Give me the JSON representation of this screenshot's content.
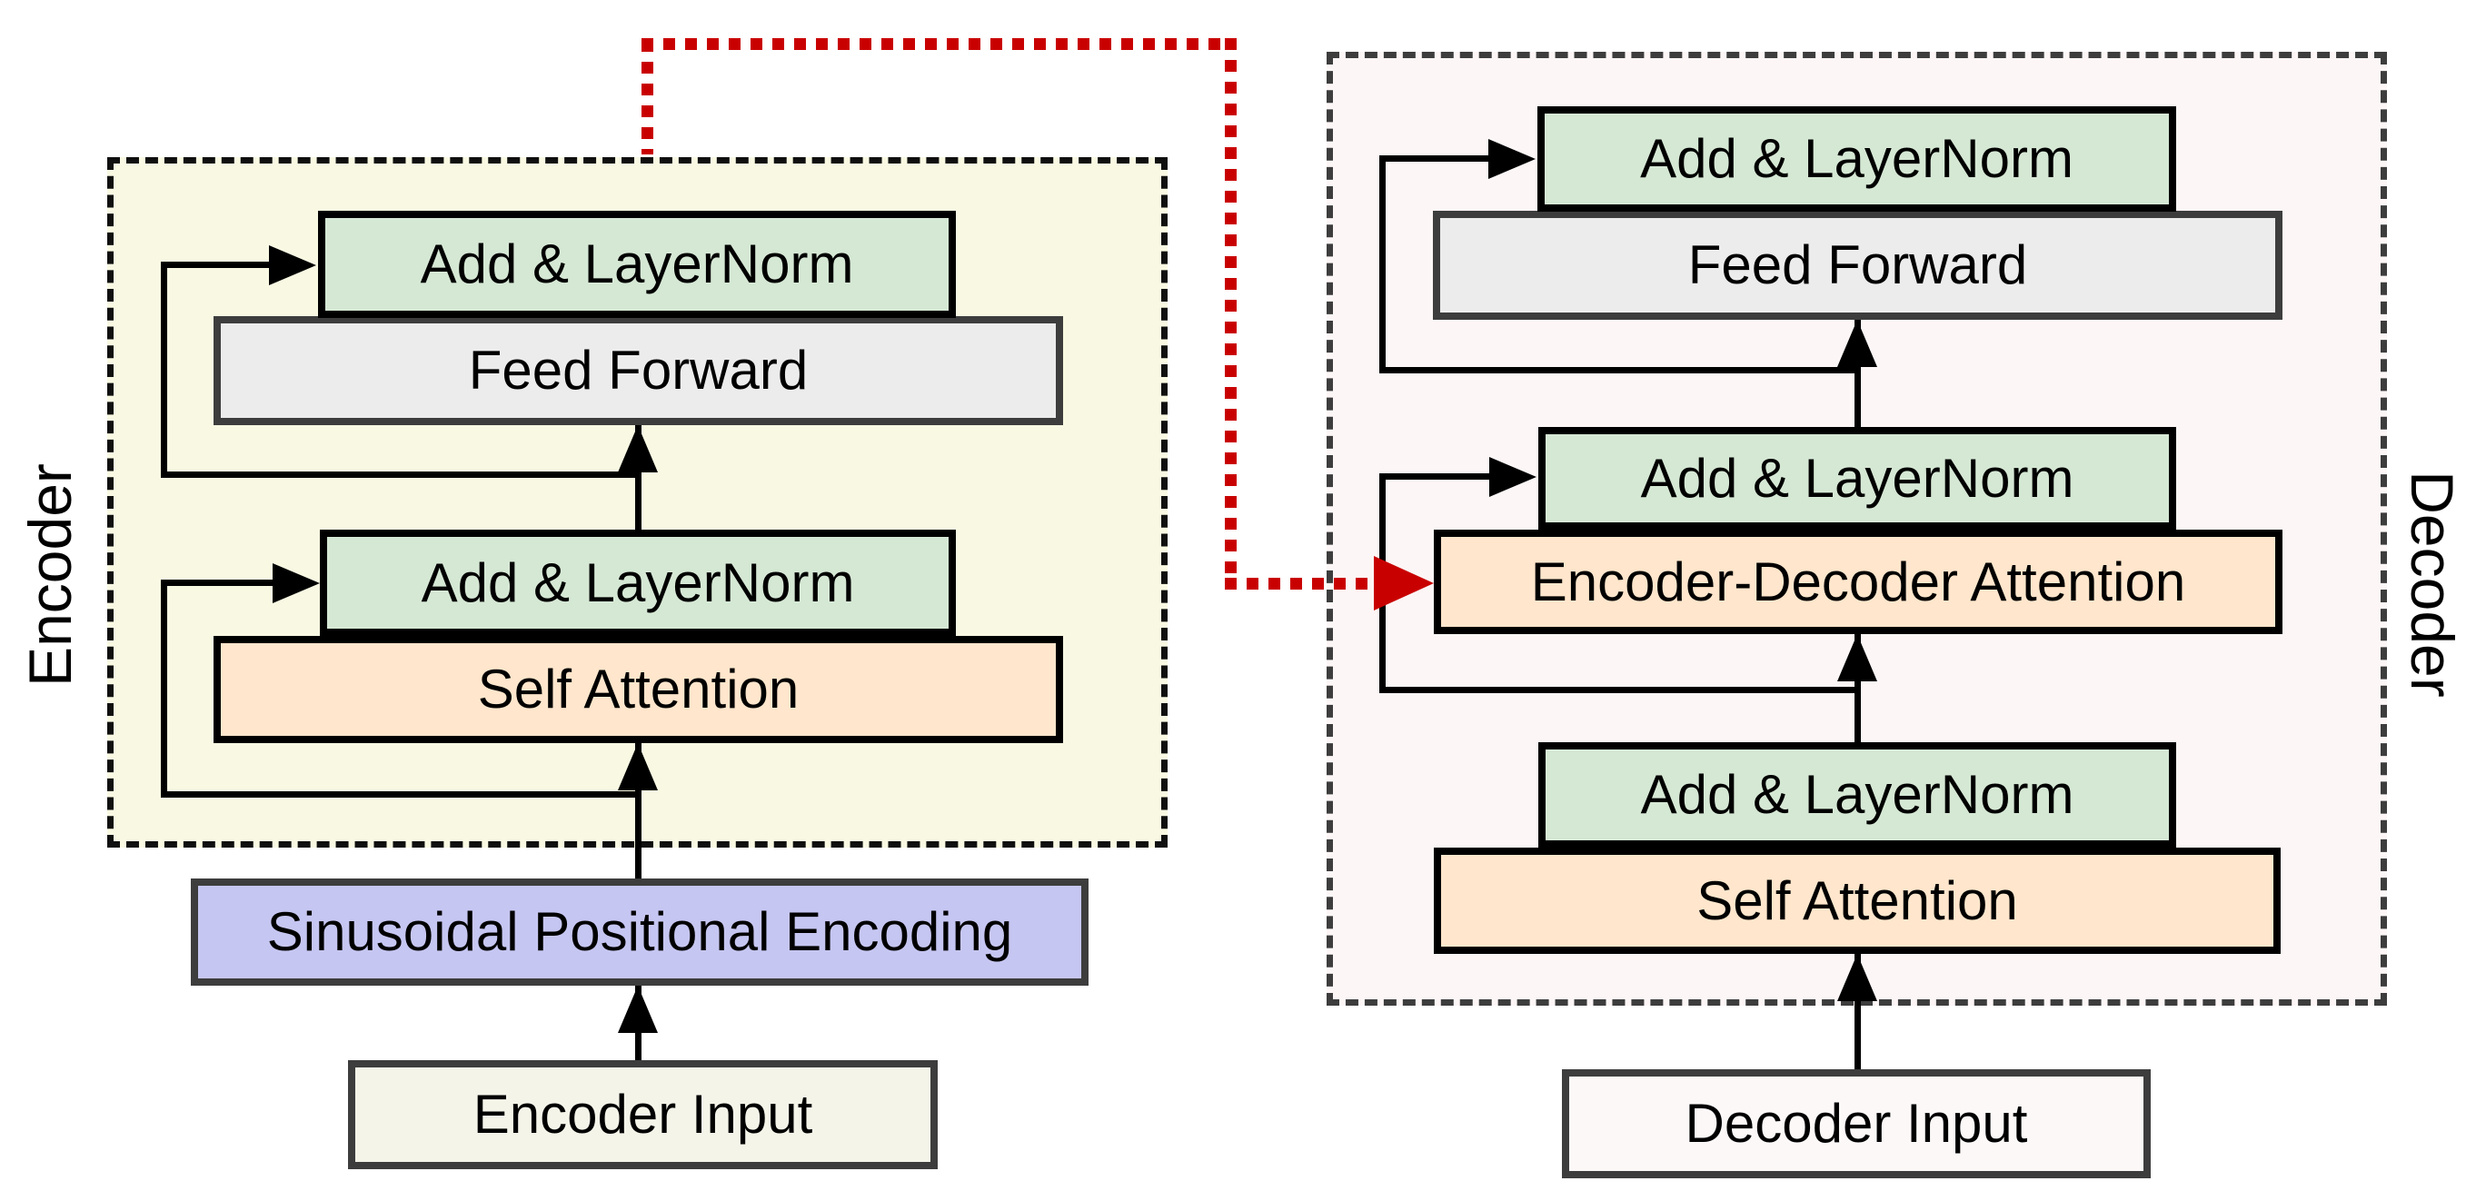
{
  "encoder": {
    "side_label": "Encoder",
    "add_layernorm_top": "Add & LayerNorm",
    "feed_forward": "Feed Forward",
    "add_layernorm_bottom": "Add & LayerNorm",
    "self_attention": "Self Attention",
    "positional_encoding": "Sinusoidal Positional Encoding",
    "input": "Encoder Input"
  },
  "decoder": {
    "side_label": "Decoder",
    "add_layernorm_top": "Add & LayerNorm",
    "feed_forward": "Feed Forward",
    "add_layernorm_middle": "Add & LayerNorm",
    "encoder_decoder_attention": "Encoder-Decoder Attention",
    "add_layernorm_bottom": "Add & LayerNorm",
    "self_attention": "Self Attention",
    "input": "Decoder Input"
  },
  "colors": {
    "encoder_region_fill": "#f9f9e3",
    "decoder_region_fill": "#fdf6f6",
    "add_layernorm_fill": "#d5e8d4",
    "feed_forward_fill": "#ececec",
    "attention_fill": "#ffe6cc",
    "positional_encoding_fill": "#c6c6f2",
    "encoder_input_fill": "#f5f4e9",
    "decoder_input_fill": "#fdf8f8",
    "red_path": "#c90000",
    "line": "#000000"
  }
}
